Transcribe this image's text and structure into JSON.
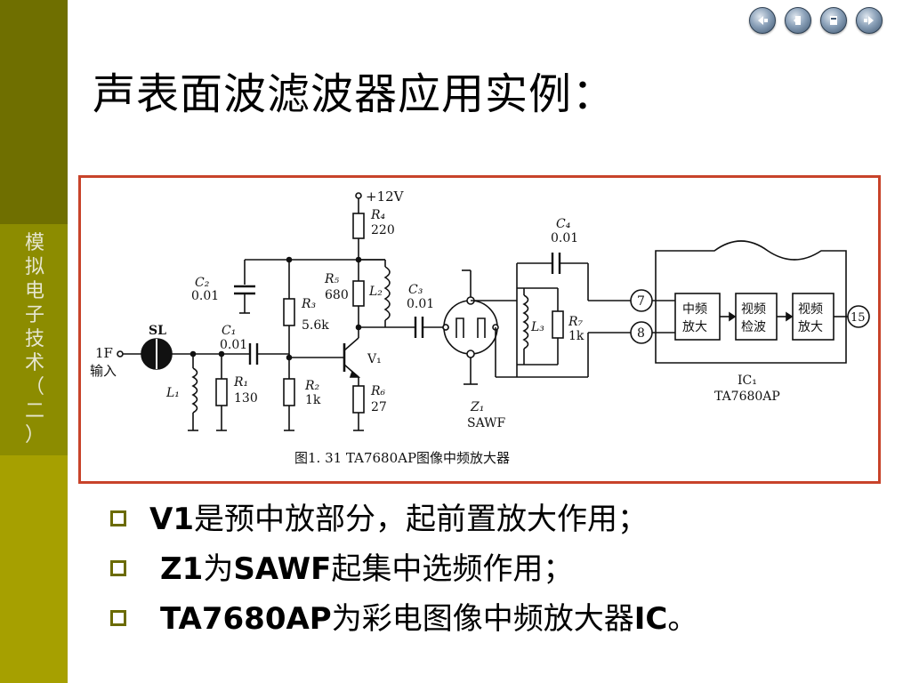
{
  "sidebar": {
    "title_chars": [
      "模",
      "拟",
      "电",
      "子",
      "技",
      "术",
      "（",
      "二",
      "）"
    ]
  },
  "nav": {
    "buttons": [
      {
        "name": "first-icon"
      },
      {
        "name": "prev-icon"
      },
      {
        "name": "next-icon"
      },
      {
        "name": "last-icon"
      }
    ]
  },
  "title": "声表面波滤波器应用实例：",
  "figure": {
    "caption": "图1. 31  TA7680AP图像中频放大器",
    "labels": {
      "vcc": "+12V",
      "r4": "R₄",
      "r4_val": "220",
      "r5": "R₅",
      "r5_val": "680",
      "r3": "R₃",
      "r3_val": "5.6k",
      "r2": "R₂",
      "r2_val": "1k",
      "r1": "R₁",
      "r1_val": "130",
      "r6": "R₆",
      "r6_val": "27",
      "r7": "R₇",
      "r7_val": "1k",
      "c1": "C₁",
      "c1_val": "0.01",
      "c2": "C₂",
      "c2_val": "0.01",
      "c3": "C₃",
      "c3_val": "0.01",
      "c4": "C₄",
      "c4_val": "0.01",
      "l1": "L₁",
      "l2": "L₂",
      "l3": "L₃",
      "v1": "V₁",
      "sl": "SL",
      "input_1": "1F",
      "input_2": "输入",
      "z1": "Z₁",
      "sawf": "SAWF",
      "pin7": "7",
      "pin8": "8",
      "pin15": "15",
      "block1_a": "中频",
      "block1_b": "放大",
      "block2_a": "视频",
      "block2_b": "检波",
      "block3_a": "视频",
      "block3_b": "放大",
      "ic": "IC₁",
      "ic_part": "TA7680AP"
    }
  },
  "bullets": [
    {
      "bold": "V1",
      "rest": "是预中放部分，起前置放大作用；"
    },
    {
      "bold": "Z1",
      "rest": "为",
      "bold2": "SAWF",
      "rest2": "起集中选频作用；"
    },
    {
      "bold": "TA7680AP",
      "rest": "为彩电图像中频放大器",
      "bold2": "IC",
      "rest2": "。"
    }
  ],
  "colors": {
    "sidebar_dark": "#6f6f00",
    "sidebar_mid": "#8c8c00",
    "sidebar_light": "#a6a000",
    "frame": "#c8432a",
    "bullet_box": "#6b6b00"
  }
}
